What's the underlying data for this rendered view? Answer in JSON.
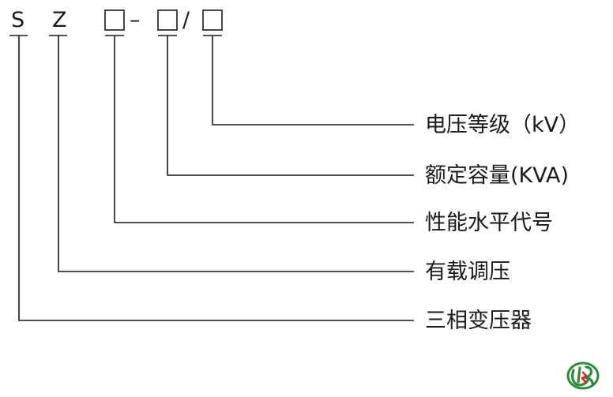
{
  "designation": {
    "letters": [
      "S",
      "Z"
    ],
    "dash": "–",
    "slash": "/"
  },
  "labels": {
    "voltage_class": "电压等级（kV）",
    "rated_capacity": "额定容量(KVA)",
    "performance_code": "性能水平代号",
    "on_load_tap": "有载调压",
    "three_phase": "三相变压器"
  },
  "colors": {
    "line": "#1a1a1a",
    "logo_green": "#2e8b3a",
    "logo_red": "#d9262c"
  },
  "logo": {
    "icon": "company-logo-icon"
  }
}
